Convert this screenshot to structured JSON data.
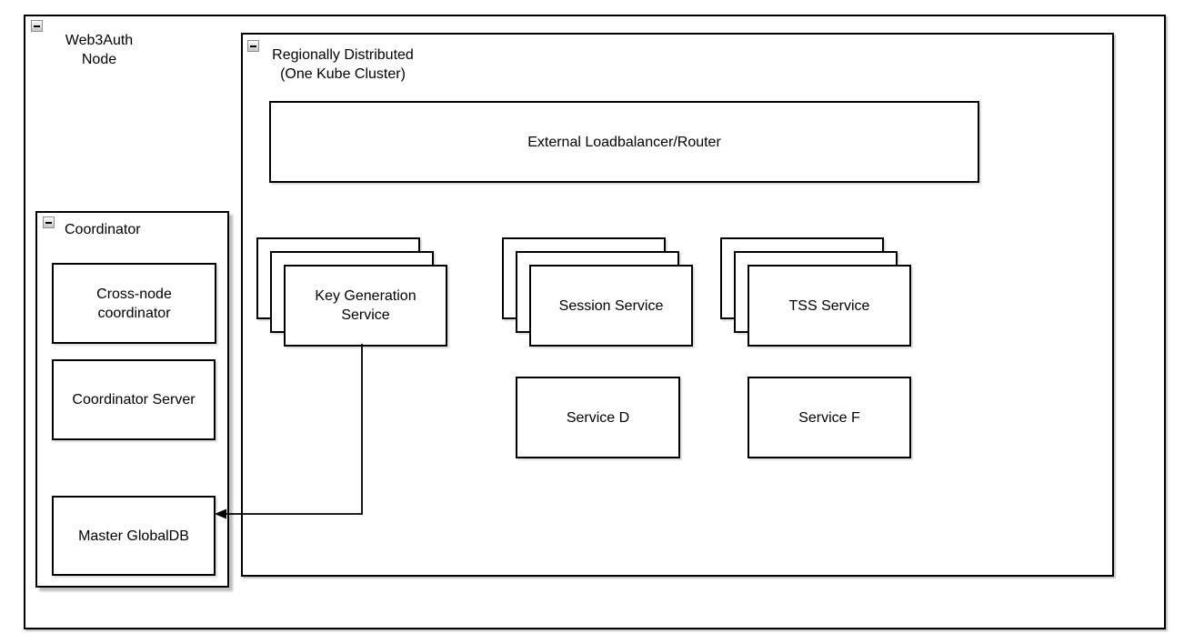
{
  "canvas": {
    "background": "#ffffff",
    "stroke_color": "#000000",
    "text_color": "#000000"
  },
  "icons": {
    "collapse_glyph": "minus-icon"
  },
  "groups": {
    "web3auth": {
      "label_line1": "Web3Auth",
      "label_line2": "Node",
      "collapse_icon": "minus-icon"
    },
    "region": {
      "label_line1": "Regionally Distributed",
      "label_line2": "(One Kube Cluster)",
      "collapse_icon": "minus-icon"
    },
    "coordinator": {
      "label": "Coordinator",
      "collapse_icon": "minus-icon"
    }
  },
  "shapes": {
    "loadbalancer": {
      "label": "External Loadbalancer/Router"
    },
    "cross_node": {
      "label_line1": "Cross-node",
      "label_line2": "coordinator"
    },
    "coordinator_server": {
      "label": "Coordinator Server"
    },
    "master_globaldb": {
      "label": "Master GlobalDB"
    },
    "key_generation": {
      "label_line1": "Key Generation",
      "label_line2": "Service",
      "stack_count": 3
    },
    "session_service": {
      "label": "Session Service",
      "stack_count": 3
    },
    "tss_service": {
      "label": "TSS Service",
      "stack_count": 3
    },
    "service_d": {
      "label": "Service D"
    },
    "service_f": {
      "label": "Service F"
    }
  },
  "connections": [
    {
      "from": "Key Generation Service",
      "to": "Master GlobalDB",
      "type": "orthogonal-arrow",
      "color": "#000000"
    }
  ]
}
